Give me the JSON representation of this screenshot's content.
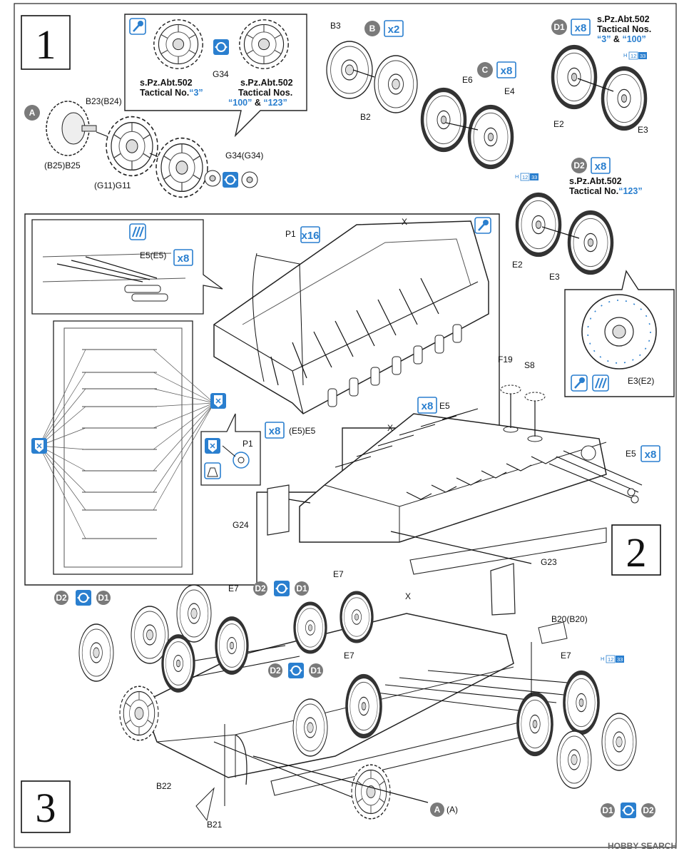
{
  "steps": {
    "s1": "1",
    "s2": "2",
    "s3": "3"
  },
  "sub_a": {
    "marker": "A",
    "parts": [
      "B23(B24)",
      "(B25)B25",
      "(G11)G11",
      "G34(G34)"
    ]
  },
  "callout_sprockets": {
    "part": "G34",
    "left_caption": [
      "s.Pz.Abt.502",
      "Tactical No."
    ],
    "left_num": "“3”",
    "right_caption": [
      "s.Pz.Abt.502",
      "Tactical Nos."
    ],
    "right_num_a": "“100”",
    "right_amp": " & ",
    "right_num_b": "“123”"
  },
  "sub_b": {
    "marker": "B",
    "qty": "x2",
    "parts": [
      "B3",
      "B2"
    ]
  },
  "sub_c": {
    "marker": "C",
    "qty": "x8",
    "parts": [
      "E6",
      "E4"
    ]
  },
  "sub_d1": {
    "marker": "D1",
    "qty": "x8",
    "caption": [
      "s.Pz.Abt.502",
      "Tactical Nos."
    ],
    "num_a": "“3”",
    "amp": " & ",
    "num_b": "“100”",
    "parts": [
      "E2",
      "E3"
    ],
    "color_code": [
      "H",
      "12",
      "33"
    ]
  },
  "sub_d2": {
    "marker": "D2",
    "qty": "x8",
    "caption": [
      "s.Pz.Abt.502",
      "Tactical No."
    ],
    "num": "“123”",
    "parts": [
      "E2",
      "E3"
    ],
    "color_code": [
      "H",
      "12",
      "33"
    ],
    "detail_part": "E3(E2)"
  },
  "step1_hull": {
    "parts": [
      "P1",
      "X",
      "E5(E5)",
      "(E5)E5"
    ],
    "qty_p1": "x16",
    "qty_e5a": "x8",
    "qty_e5b": "x8"
  },
  "step1_detail": {
    "part": "P1"
  },
  "step2": {
    "parts": [
      "F19",
      "S8",
      "E5",
      "X",
      "E5",
      "G24",
      "G23"
    ],
    "qty_top": "x8",
    "qty_right": "x8"
  },
  "step3": {
    "markers": [
      "D2",
      "D1",
      "D2",
      "D1",
      "D2",
      "D1",
      "D1",
      "D2"
    ],
    "parts": [
      "E7",
      "E7",
      "X",
      "E7",
      "E7",
      "B20(B20)",
      "B22",
      "B21"
    ],
    "sprocket_ref": [
      "A",
      "(A)"
    ],
    "color_code": [
      "H",
      "12",
      "33"
    ]
  },
  "watermark": "HOBBY SEARCH",
  "colors": {
    "accent": "#2a7fcf",
    "marker": "#7a7a7a",
    "ink": "#111111",
    "tyre": "#444444"
  }
}
